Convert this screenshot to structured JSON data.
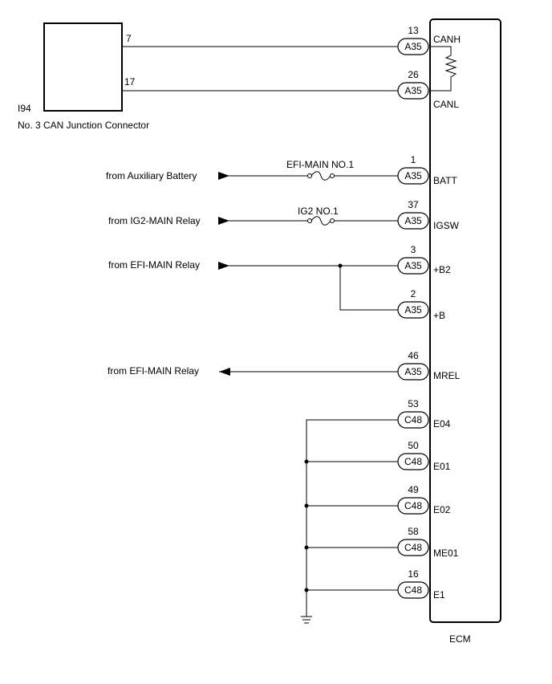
{
  "junction_connector": {
    "code": "I94",
    "name": "No. 3 CAN Junction Connector",
    "pins": [
      "7",
      "17"
    ]
  },
  "ecm": {
    "label": "ECM",
    "pins": [
      {
        "num": "13",
        "connector": "A35",
        "signal": "CANH"
      },
      {
        "num": "26",
        "connector": "A35",
        "signal": "CANL"
      },
      {
        "num": "1",
        "connector": "A35",
        "signal": "BATT"
      },
      {
        "num": "37",
        "connector": "A35",
        "signal": "IGSW"
      },
      {
        "num": "3",
        "connector": "A35",
        "signal": "+B2"
      },
      {
        "num": "2",
        "connector": "A35",
        "signal": "+B"
      },
      {
        "num": "46",
        "connector": "A35",
        "signal": "MREL"
      },
      {
        "num": "53",
        "connector": "C48",
        "signal": "E04"
      },
      {
        "num": "50",
        "connector": "C48",
        "signal": "E01"
      },
      {
        "num": "49",
        "connector": "C48",
        "signal": "E02"
      },
      {
        "num": "58",
        "connector": "C48",
        "signal": "ME01"
      },
      {
        "num": "16",
        "connector": "C48",
        "signal": "E1"
      }
    ]
  },
  "sources": [
    {
      "label": "from Auxiliary Battery",
      "direction": "in"
    },
    {
      "label": "from IG2-MAIN Relay",
      "direction": "in"
    },
    {
      "label": "from EFI-MAIN Relay",
      "direction": "in"
    },
    {
      "label": "from EFI-MAIN Relay",
      "direction": "out"
    }
  ],
  "fuses": [
    "EFI-MAIN NO.1",
    "IG2 NO.1"
  ]
}
